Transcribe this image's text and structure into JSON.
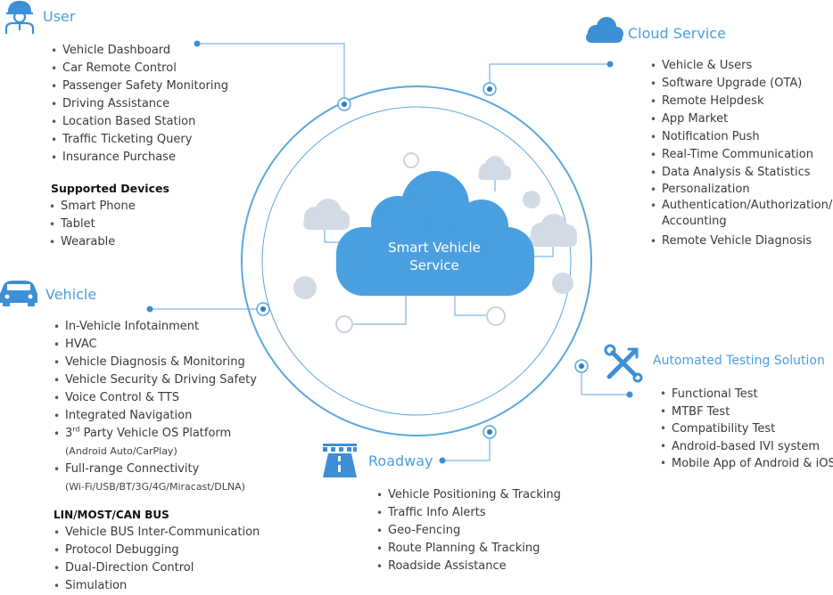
{
  "colors": {
    "accent": "#4a9fe0",
    "cloud": "#4a9fe0",
    "light_cloud": "#d2dbe5",
    "line": "#5aa7e0"
  },
  "center": {
    "line1": "Smart Vehicle",
    "line2": "Service"
  },
  "user": {
    "title": "User",
    "icon": "user-icon",
    "items": [
      "Vehicle Dashboard",
      "Car Remote Control",
      "Passenger Safety Monitoring",
      "Driving Assistance",
      "Location Based Station",
      "Traffic Ticketing Query",
      "Insurance Purchase"
    ],
    "devices_title": "Supported Devices",
    "devices": [
      "Smart Phone",
      "Tablet",
      "Wearable"
    ]
  },
  "vehicle": {
    "title": "Vehicle",
    "icon": "car-icon",
    "items": [
      "In-Vehicle Infotainment",
      "HVAC",
      "Vehicle Diagnosis & Monitoring",
      "Vehicle Security & Driving Safety",
      "Voice Control & TTS",
      "Integrated Navigation"
    ],
    "platform_prefix": "3",
    "platform_sup": "rd",
    "platform_rest": " Party Vehicle OS Platform",
    "platform_sub": "(Android Auto/CarPlay)",
    "connectivity": "Full-range Connectivity",
    "connectivity_sub": "(Wi-Fi/USB/BT/3G/4G/Miracast/DLNA)",
    "bus_title": "LIN/MOST/CAN BUS",
    "bus_items": [
      "Vehicle BUS Inter-Communication",
      "Protocol Debugging",
      "Dual-Direction Control",
      "Simulation"
    ]
  },
  "cloud": {
    "title": "Cloud Service",
    "icon": "cloud-icon",
    "items": [
      "Vehicle & Users",
      "Software Upgrade (OTA)",
      "Remote Helpdesk",
      "App Market",
      "Notification Push",
      "Real-Time Communication",
      "Data Analysis & Statistics",
      "Personalization"
    ],
    "auth_line1": "Authentication/Authorization/",
    "auth_line2": "Accounting",
    "last_item": "Remote Vehicle Diagnosis"
  },
  "testing": {
    "title": "Automated Testing Solution",
    "icon": "wrench-screwdriver-icon",
    "items": [
      "Functional Test",
      "MTBF Test",
      "Compatibility Test",
      "Android-based IVI system",
      "Mobile App of Android & iOS"
    ]
  },
  "roadway": {
    "title": "Roadway",
    "icon": "road-icon",
    "items": [
      "Vehicle Positioning & Tracking",
      "Traffic Info Alerts",
      "Geo-Fencing",
      "Route Planning & Tracking",
      "Roadside Assistance"
    ]
  }
}
